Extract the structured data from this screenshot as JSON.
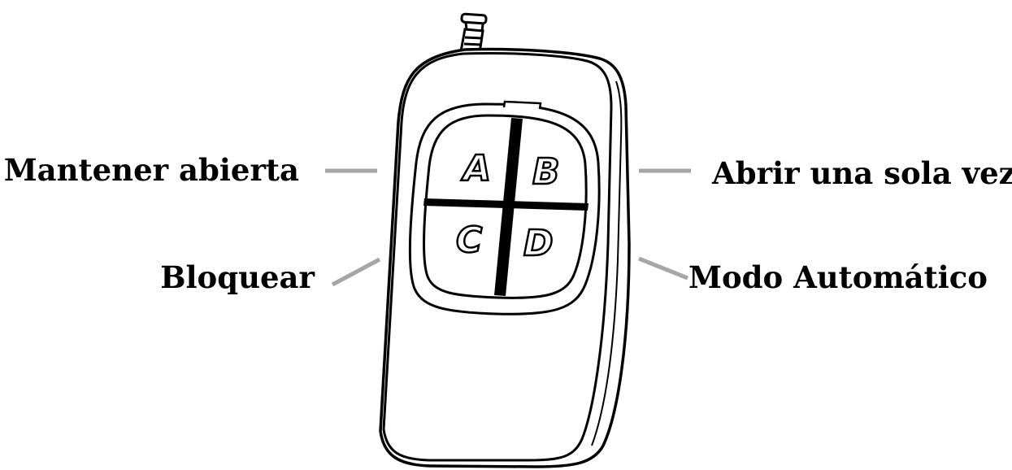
{
  "remote": {
    "buttons": [
      {
        "letter": "A"
      },
      {
        "letter": "B"
      },
      {
        "letter": "C"
      },
      {
        "letter": "D"
      }
    ]
  },
  "labels": {
    "button_a": "Mantener abierta",
    "button_b": "Abrir una sola vez",
    "button_c": "Bloquear",
    "button_d": "Modo Automático"
  },
  "colors": {
    "outline": "#000000",
    "leader_line": "#a6a6a6",
    "background": "#ffffff"
  }
}
